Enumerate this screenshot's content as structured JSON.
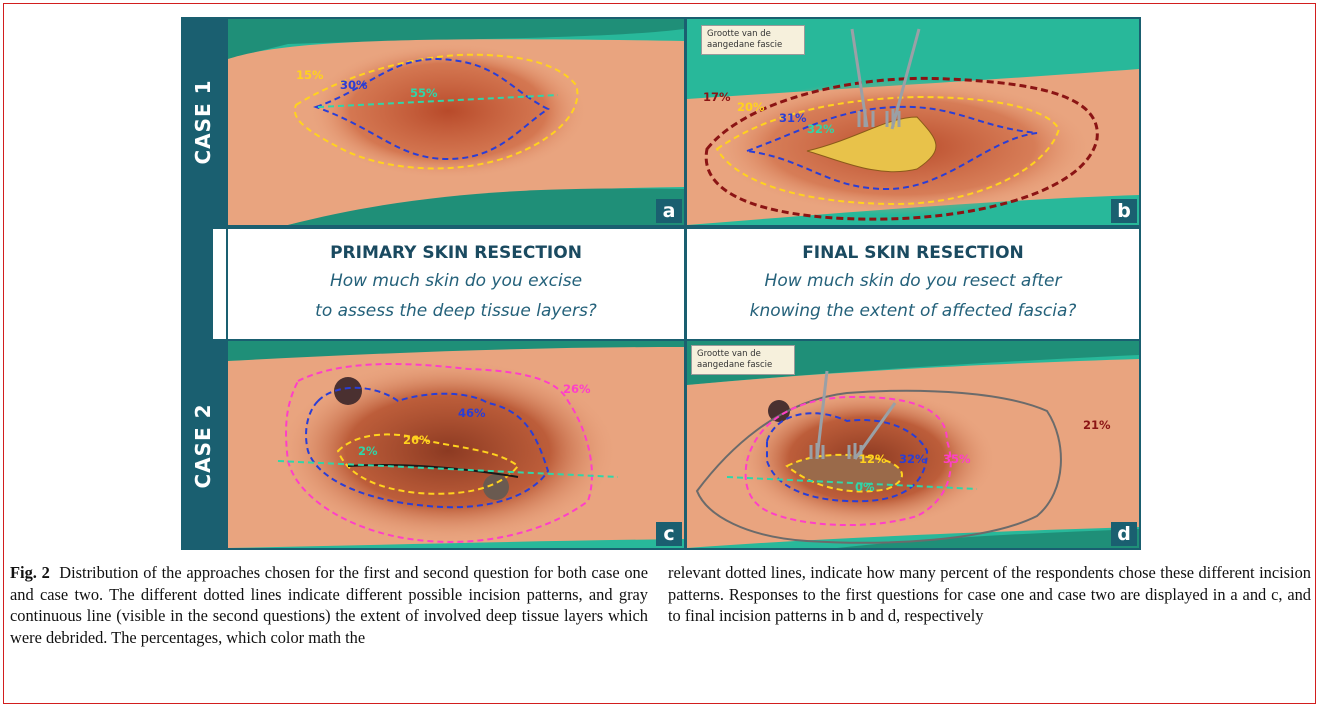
{
  "figure": {
    "case_labels": [
      "CASE 1",
      "CASE 2"
    ],
    "panel_letters": [
      "a",
      "b",
      "c",
      "d"
    ],
    "primary": {
      "title": "PRIMARY SKIN RESECTION",
      "question_line1": "How much skin do you excise",
      "question_line2": "to assess the deep tissue layers?"
    },
    "final": {
      "title": "FINAL SKIN RESECTION",
      "question_line1": "How much skin do you resect after",
      "question_line2": "knowing the extent of affected fascia?"
    },
    "callout_b": [
      "Grootte van de",
      "aangedane fascie"
    ],
    "callout_d": [
      "Grootte van de",
      "aangedane fascie"
    ],
    "percentages": {
      "a": [
        "15%",
        "30%",
        "55%"
      ],
      "b": [
        "17%",
        "20%",
        "31%",
        "32%"
      ],
      "c": [
        "26%",
        "46%",
        "26%",
        "2%"
      ],
      "d": [
        "21%",
        "12%",
        "32%",
        "35%",
        "0%"
      ]
    },
    "colors": {
      "frame": "#1a5f70",
      "background": "#28b89a",
      "skin": "#e9a47f",
      "yellow": "#ffd21e",
      "blue": "#2a3ed6",
      "green": "#2fd6a8",
      "magenta": "#ff3fc8",
      "darkred": "#8b1414",
      "gray": "#6b6b6b"
    }
  },
  "caption": {
    "label": "Fig. 2",
    "left_text": "Distribution of the approaches chosen for the first and second question for both case one and case two. The different dotted lines indicate different possible incision patterns, and gray continuous line (visible in the second questions) the extent of involved deep tissue layers which were debrided. The percentages, which color math the",
    "right_text": "relevant dotted lines, indicate how many percent of the respondents chose these different incision patterns. Responses to the first questions for case one and case two are displayed in a and c, and to final incision patterns in b and d, respectively"
  }
}
